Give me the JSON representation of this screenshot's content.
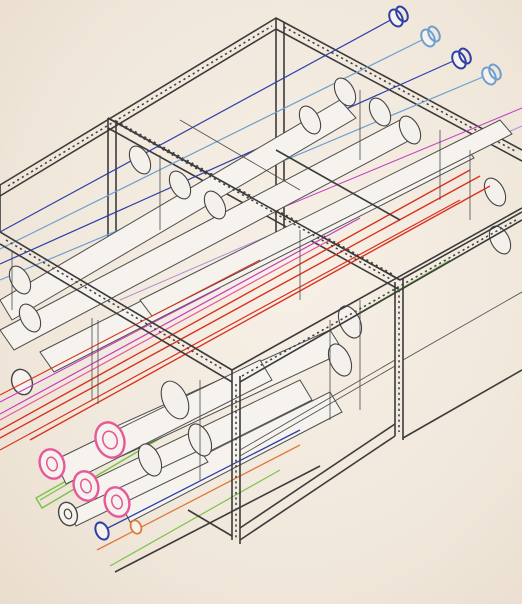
{
  "colors": {
    "background": "#f3ebe0",
    "frame": "#3b3b3b",
    "pipe_fill": "#f6f3ee",
    "pipe_blue": "#2e3fa8",
    "pipe_light_blue": "#6d9fd1",
    "pipe_red": "#d8331f",
    "pipe_pink": "#e7589a",
    "pipe_magenta": "#c43dbf",
    "pipe_green": "#7dc24a",
    "pipe_orange": "#e07a3a",
    "pipe_lavender": "#b08fd8"
  },
  "pipes": [
    {
      "id": "blue-top-1",
      "color": "blue",
      "diameter": "medium",
      "end_cap": "blue"
    },
    {
      "id": "lightblue-top-2",
      "color": "light_blue",
      "diameter": "medium",
      "end_cap": "light_blue"
    },
    {
      "id": "blue-top-3",
      "color": "blue",
      "diameter": "medium",
      "end_cap": "blue"
    },
    {
      "id": "lightblue-top-4",
      "color": "light_blue",
      "diameter": "medium",
      "end_cap": "light_blue"
    },
    {
      "id": "pink-large-1",
      "color": "pink",
      "diameter": "large",
      "end_cap": "pink"
    },
    {
      "id": "pink-large-2",
      "color": "pink",
      "diameter": "large",
      "end_cap": "pink"
    },
    {
      "id": "pink-large-3",
      "color": "pink",
      "diameter": "large",
      "end_cap": "pink"
    },
    {
      "id": "pink-large-4",
      "color": "pink",
      "diameter": "large",
      "end_cap": "pink"
    },
    {
      "id": "green-duct",
      "color": "green",
      "diameter": "rectangular"
    },
    {
      "id": "red-bundle",
      "color": "red",
      "diameter": "small"
    },
    {
      "id": "blue-bottom",
      "color": "blue",
      "diameter": "small",
      "end_cap": "blue"
    },
    {
      "id": "orange-bottom",
      "color": "orange",
      "diameter": "small"
    },
    {
      "id": "green-bottom",
      "color": "green",
      "diameter": "thin"
    },
    {
      "id": "dark-bottom",
      "color": "frame",
      "diameter": "thin"
    }
  ]
}
